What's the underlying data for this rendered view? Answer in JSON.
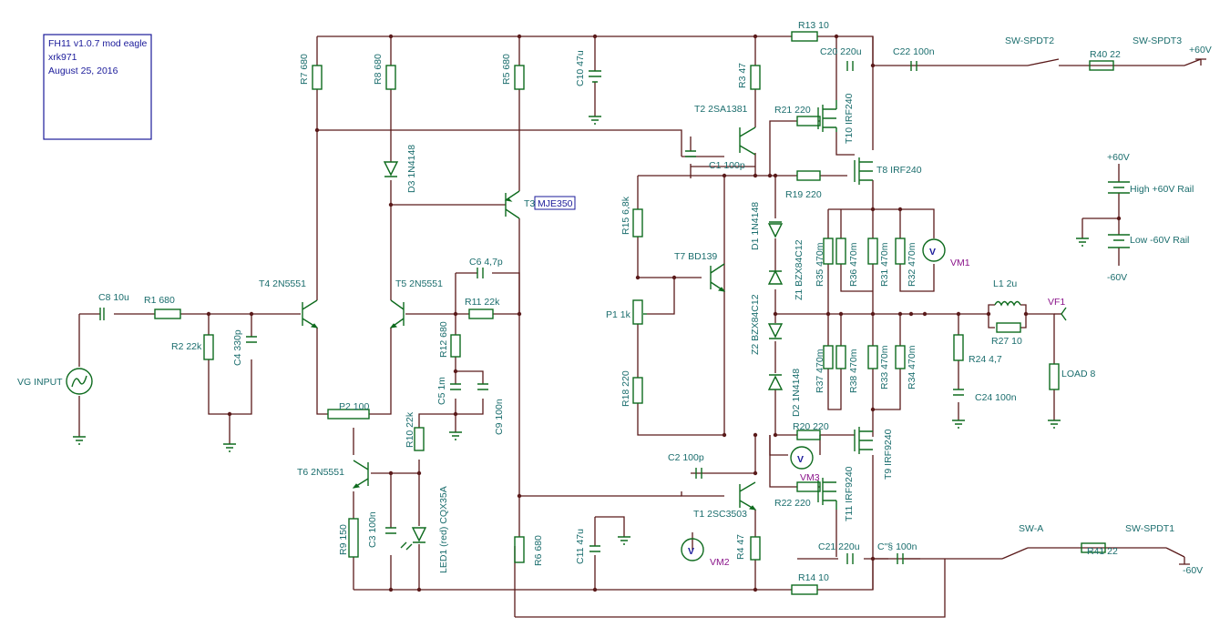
{
  "info": {
    "title": "FH11 v1.0.7 mod eagle",
    "author": "xrk971",
    "date": "August 25, 2016"
  },
  "labels": {
    "R13": "R13 10",
    "C20": "C20 220u",
    "C22": "C22 100n",
    "SW2": "SW-SPDT2",
    "SW3": "SW-SPDT3",
    "R40": "R40 22",
    "plus60": "+60V",
    "R7": "R7 680",
    "R8": "R8 680",
    "R5": "R5 680",
    "C10": "C10 47u",
    "R3": "R3 47",
    "T2": "T2 2SA1381",
    "R21": "R21 220",
    "T10": "T10 IRF240",
    "C1": "C1 100p",
    "T8": "T8 IRF240",
    "D3": "D3 1N4148",
    "T3": "T3",
    "T3part": "MJE350",
    "R15": "R15 6,8k",
    "D1": "D1 1N4148",
    "R19": "R19 220",
    "Z1": "Z1 BZX84C12",
    "R35": "R35 470m",
    "R36": "R36 470m",
    "R31": "R31 470m",
    "R32": "R32 470m",
    "VM1": "VM1",
    "rail_top": "+60V",
    "rail_high": "High +60V Rail",
    "rail_low": "Low -60V Rail",
    "rail_bot": "-60V",
    "C6": "C6 4,7p",
    "T7": "T7 BD139",
    "T4": "T4 2N5551",
    "T5": "T5 2N5551",
    "C8": "C8 10u",
    "R1": "R1 680",
    "R11": "R11 22k",
    "P1": "P1 1k",
    "L1": "L1 2u",
    "VF1": "VF1",
    "R2": "R2 22k",
    "C4": "C4 330p",
    "R12": "R12 680",
    "Z2": "Z2 BZX84C12",
    "R27": "R27 10",
    "VG": "VG INPUT",
    "R24": "R24 4,7",
    "C5": "C5 1m",
    "C9": "C9 100n",
    "R18": "R18 220",
    "D2": "D2 1N4148",
    "R37": "R37 470m",
    "R38": "R38 470m",
    "R33": "R33 470m",
    "R34": "R34 470m",
    "C24": "C24 100n",
    "LOAD": "LOAD 8",
    "P2": "P2 100",
    "R10": "R10 22k",
    "R20": "R20 220",
    "T9": "T9 IRF9240",
    "VM3": "VM3",
    "C2": "C2 100p",
    "T6": "T6 2N5551",
    "R22": "R22 220",
    "T11": "T11 IRF9240",
    "T1": "T1 2SC3503",
    "R9": "R9 150",
    "C3": "C3 100n",
    "LED1": "LED1 (red) CQX35A",
    "R6": "R6 680",
    "C11": "C11 47u",
    "VM2": "VM2",
    "R4": "R4 47",
    "C21": "C21 220u",
    "Cs": "C\"§ 100n",
    "SWA": "SW-A",
    "SW1": "SW-SPDT1",
    "R41": "R41 22",
    "minus60": "-60V",
    "R14": "R14 10"
  },
  "meter_symbol": "V",
  "colors": {
    "wire": "#5a1a1a",
    "component": "#0e6b1e",
    "label": "#1a6d6d",
    "info": "#1a1a9a",
    "meter": "#8a148a"
  }
}
